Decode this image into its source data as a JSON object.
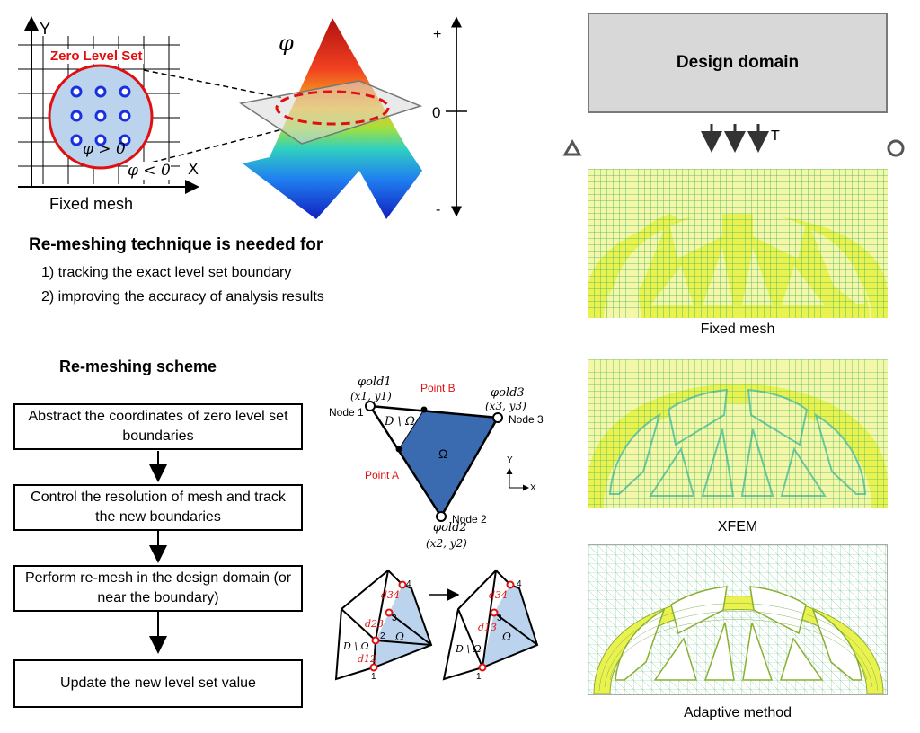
{
  "level_set": {
    "axis_y": "Y",
    "axis_x": "X",
    "zero_level_set": "Zero Level Set",
    "phi_positive": "φ > 0",
    "phi_negative": "φ < 0",
    "fixed_mesh_caption": "Fixed mesh",
    "phi_symbol": "φ",
    "scale_plus": "+",
    "scale_zero": "0",
    "scale_minus": "-"
  },
  "remesh_needed": {
    "title": "Re-meshing technique is needed for",
    "items": [
      "1) tracking the exact level set boundary",
      "2) improving the accuracy of analysis results"
    ]
  },
  "scheme": {
    "title": "Re-meshing scheme",
    "steps": [
      "Abstract the coordinates of zero level set boundaries",
      "Control the resolution of mesh and track the new boundaries",
      "Perform re-mesh in the design domain (or near the boundary)",
      "Update the new level set value"
    ]
  },
  "element": {
    "node1": "Node 1",
    "node2": "Node 2",
    "node3": "Node 3",
    "point_a": "Point A",
    "point_b": "Point B",
    "phi_old1": "φold1",
    "phi_old2": "φold2",
    "phi_old3": "φold3",
    "xy1": "(x1, y1)",
    "xy2": "(x2, y2)",
    "xy3": "(x3, y3)",
    "omega": "Ω",
    "d_minus_omega": "D \\ Ω",
    "axis_y": "Y",
    "axis_x": "X"
  },
  "remesh_example": {
    "before_labels": [
      "d34",
      "d23",
      "d12",
      "1",
      "2",
      "3",
      "4"
    ],
    "after_labels": [
      "d34",
      "d13",
      "1",
      "3",
      "4"
    ],
    "omega": "Ω",
    "d_minus_omega": "D \\ Ω",
    "arrow": "→"
  },
  "right": {
    "design_domain": "Design domain",
    "load_label": "T",
    "panels": [
      {
        "caption": "Fixed mesh"
      },
      {
        "caption": "XFEM"
      },
      {
        "caption": "Adaptive method"
      }
    ]
  },
  "colors": {
    "structure": "#eaf250",
    "void": "#f4f7a8",
    "mesh_line": "#38b060",
    "element_fill": "#3a6ab0",
    "circle_fill": "#bcd3ee",
    "circle_edge": "#e01010",
    "label_red": "#e01010"
  }
}
